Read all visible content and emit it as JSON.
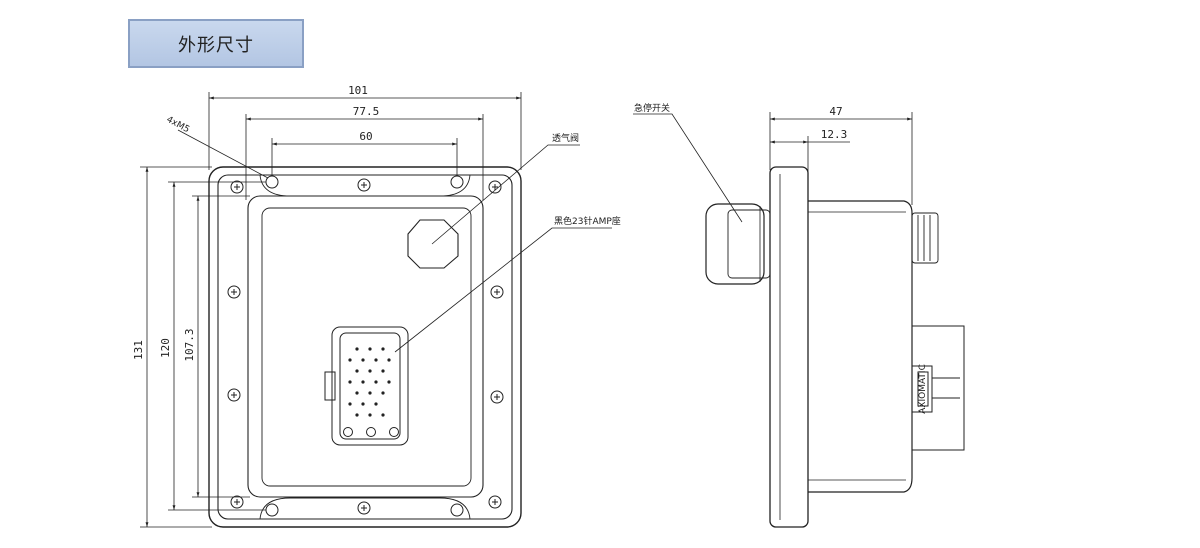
{
  "title": "外形尺寸",
  "front_view": {
    "width_dims": [
      "101",
      "77.5",
      "60"
    ],
    "height_dims": [
      "131",
      "120",
      "107.3"
    ],
    "hole_label": "4xM5",
    "vent_label": "透气阀",
    "connector_label": "黑色23针AMP座"
  },
  "side_view": {
    "depth_dims": [
      "47",
      "12.3"
    ],
    "switch_label": "急停开关",
    "stamp_text": "AXIOMATIC"
  },
  "colors": {
    "line": "#222222",
    "title_bg": "#c0d1ea",
    "title_border": "#8aa0c4"
  }
}
